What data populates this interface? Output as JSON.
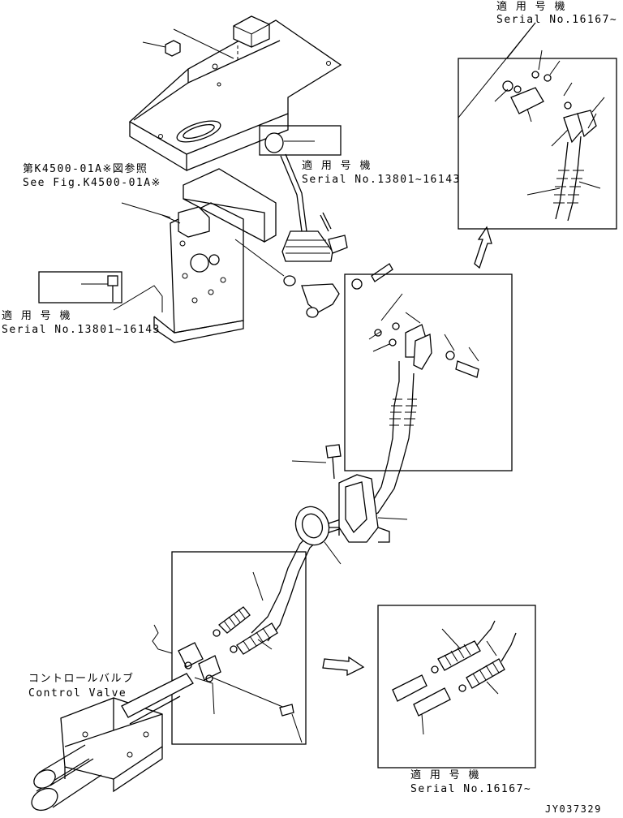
{
  "callouts": {
    "serial_top_right_jp": "適 用 号 機",
    "serial_top_right_en": "Serial No.16167~",
    "serial_lever_jp": "適 用 号 機",
    "serial_lever_en": "Serial No.13801~16143",
    "see_fig_jp": "第K4500-01A※図参照",
    "see_fig_en": "See Fig.K4500-01A※",
    "serial_left_jp": "適 用 号 機",
    "serial_left_en": "Serial No.13801~16143",
    "control_valve_jp": "コントロールバルブ",
    "control_valve_en": "Control Valve",
    "serial_bottom_right_jp": "適 用 号 機",
    "serial_bottom_right_en": "Serial No.16167~",
    "drawing_id": "JY037329"
  }
}
